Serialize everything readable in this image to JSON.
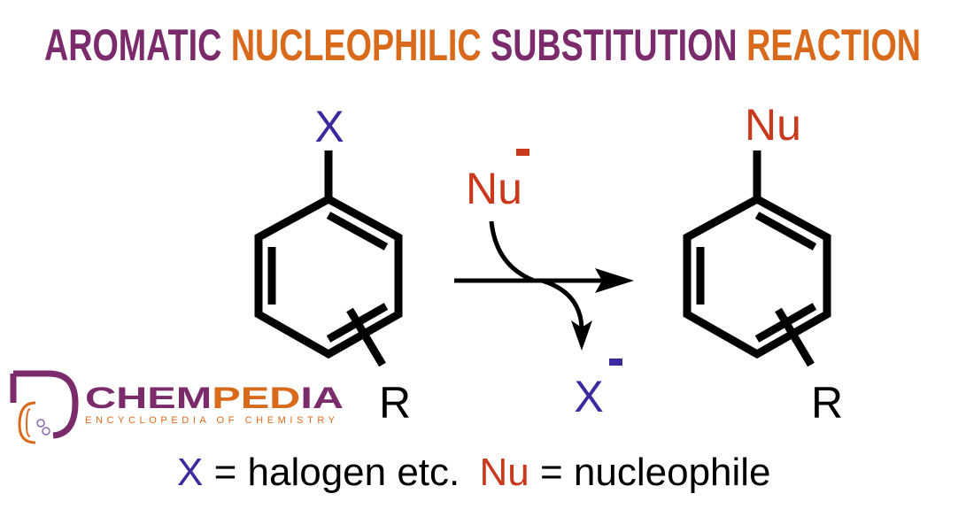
{
  "title": {
    "part1": "AROMATIC",
    "part2": "NUCLEOPHILIC",
    "part3": "SUBSTITUTION",
    "part4": "REACTION"
  },
  "reactant": {
    "substituent": "X",
    "ring_group": "R"
  },
  "reagent": {
    "label": "Nu",
    "charge": "-"
  },
  "leaving_group": {
    "label": "X",
    "charge": "-"
  },
  "product": {
    "substituent": "Nu",
    "ring_group": "R"
  },
  "legend": {
    "x_symbol": "X",
    "x_text": "= halogen etc.",
    "nu_symbol": "Nu",
    "nu_text": "= nucleophile"
  },
  "logo": {
    "name_part1": "CHEM",
    "name_part2": "PE",
    "name_part3": "D",
    "name_part4": "IA",
    "tagline": "ENCYCLOPEDIA OF CHEMISTRY"
  },
  "colors": {
    "purple": "#7b2a6c",
    "orange": "#d96a1c",
    "blue": "#3b2a9e",
    "red": "#c93a1c",
    "black": "#000000"
  }
}
